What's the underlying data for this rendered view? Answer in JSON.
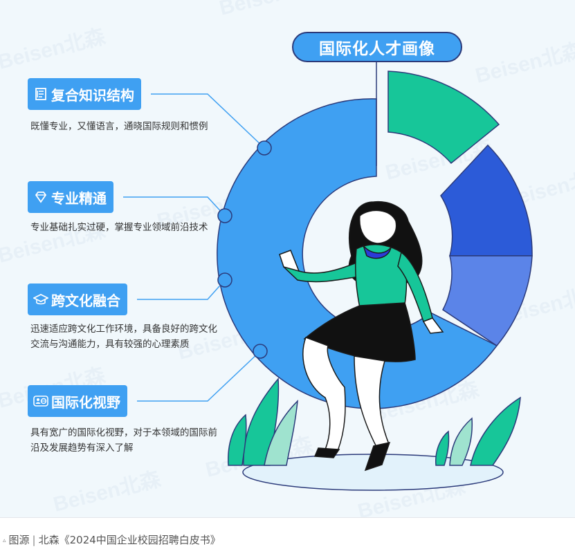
{
  "title": "国际化人才画像",
  "traits": [
    {
      "label": "复合知识结构",
      "icon": "document-icon",
      "description": "既懂专业，又懂语言，通晓国际规则和惯例"
    },
    {
      "label": "专业精通",
      "icon": "diamond-icon",
      "description": "专业基础扎实过硬，掌握专业领域前沿技术"
    },
    {
      "label": "跨文化融合",
      "icon": "graduation-cap-icon",
      "description": "迅速适应跨文化工作环境，具备良好的跨文化交流与沟通能力，具有较强的心理素质"
    },
    {
      "label": "国际化视野",
      "icon": "globe-people-icon",
      "description": "具有宽广的国际化视野，对于本领域的国际前沿及发展趋势有深入了解"
    }
  ],
  "colors": {
    "background": "#f1f8fc",
    "ring_light_blue": "#3fa0f2",
    "ring_green": "#17c699",
    "ring_dark_blue": "#2c5bd8",
    "ring_mid_blue": "#5b84e8",
    "outline": "#2b3a7a"
  },
  "watermark": "Beisen北森",
  "caption": {
    "prefix": "图源",
    "source": "北森《2024中国企业校园招聘白皮书》"
  }
}
